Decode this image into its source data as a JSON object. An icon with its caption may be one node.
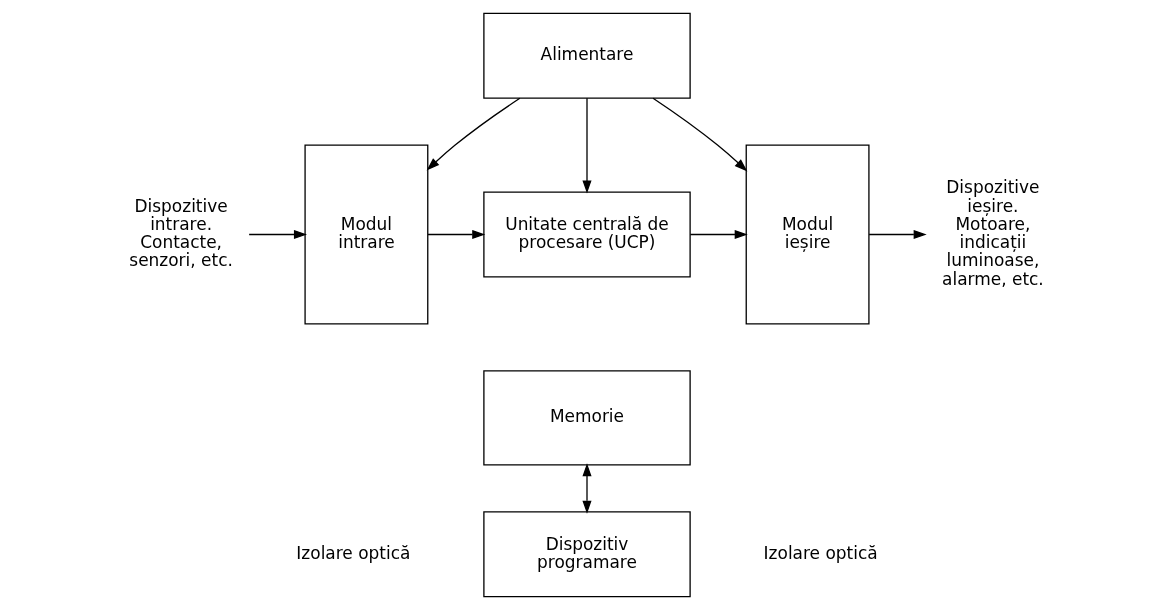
{
  "diagram": {
    "nodes": [
      {
        "text": [
          "Alimentare"
        ]
      },
      {
        "text": [
          "Dispozitive intrare. Contacte, senzori, etc."
        ]
      },
      {
        "text": [
          "Modul intrare"
        ]
      },
      {
        "text": [
          "Unitate centrală de procesare (UCP)"
        ]
      },
      {
        "text": [
          "Memorie"
        ]
      },
      {
        "text": [
          "Modul ieșire"
        ]
      },
      {
        "text": [
          "Dispozitive ieșire. Motoare, indicații luminoase, alarme, etc."
        ]
      },
      {
        "text": [
          "Dispozitiv programare"
        ]
      }
    ],
    "edges": [
      {
        "from": 0,
        "to": 2,
        "arrow": "to"
      },
      {
        "from": 0,
        "to": 3,
        "arrow": "to"
      },
      {
        "from": 0,
        "to": 5,
        "arrow": "to"
      },
      {
        "from": 1,
        "to": 2,
        "arrow": "to"
      },
      {
        "from": 2,
        "to": 3,
        "arrow": "to"
      },
      {
        "from": 3,
        "to": 5,
        "arrow": "to"
      },
      {
        "from": 5,
        "to": 6,
        "arrow": "to"
      },
      {
        "from": 4,
        "to": 7,
        "arrow": "both"
      }
    ],
    "labels": [
      "Izolare optică",
      "Izolare optică"
    ]
  }
}
